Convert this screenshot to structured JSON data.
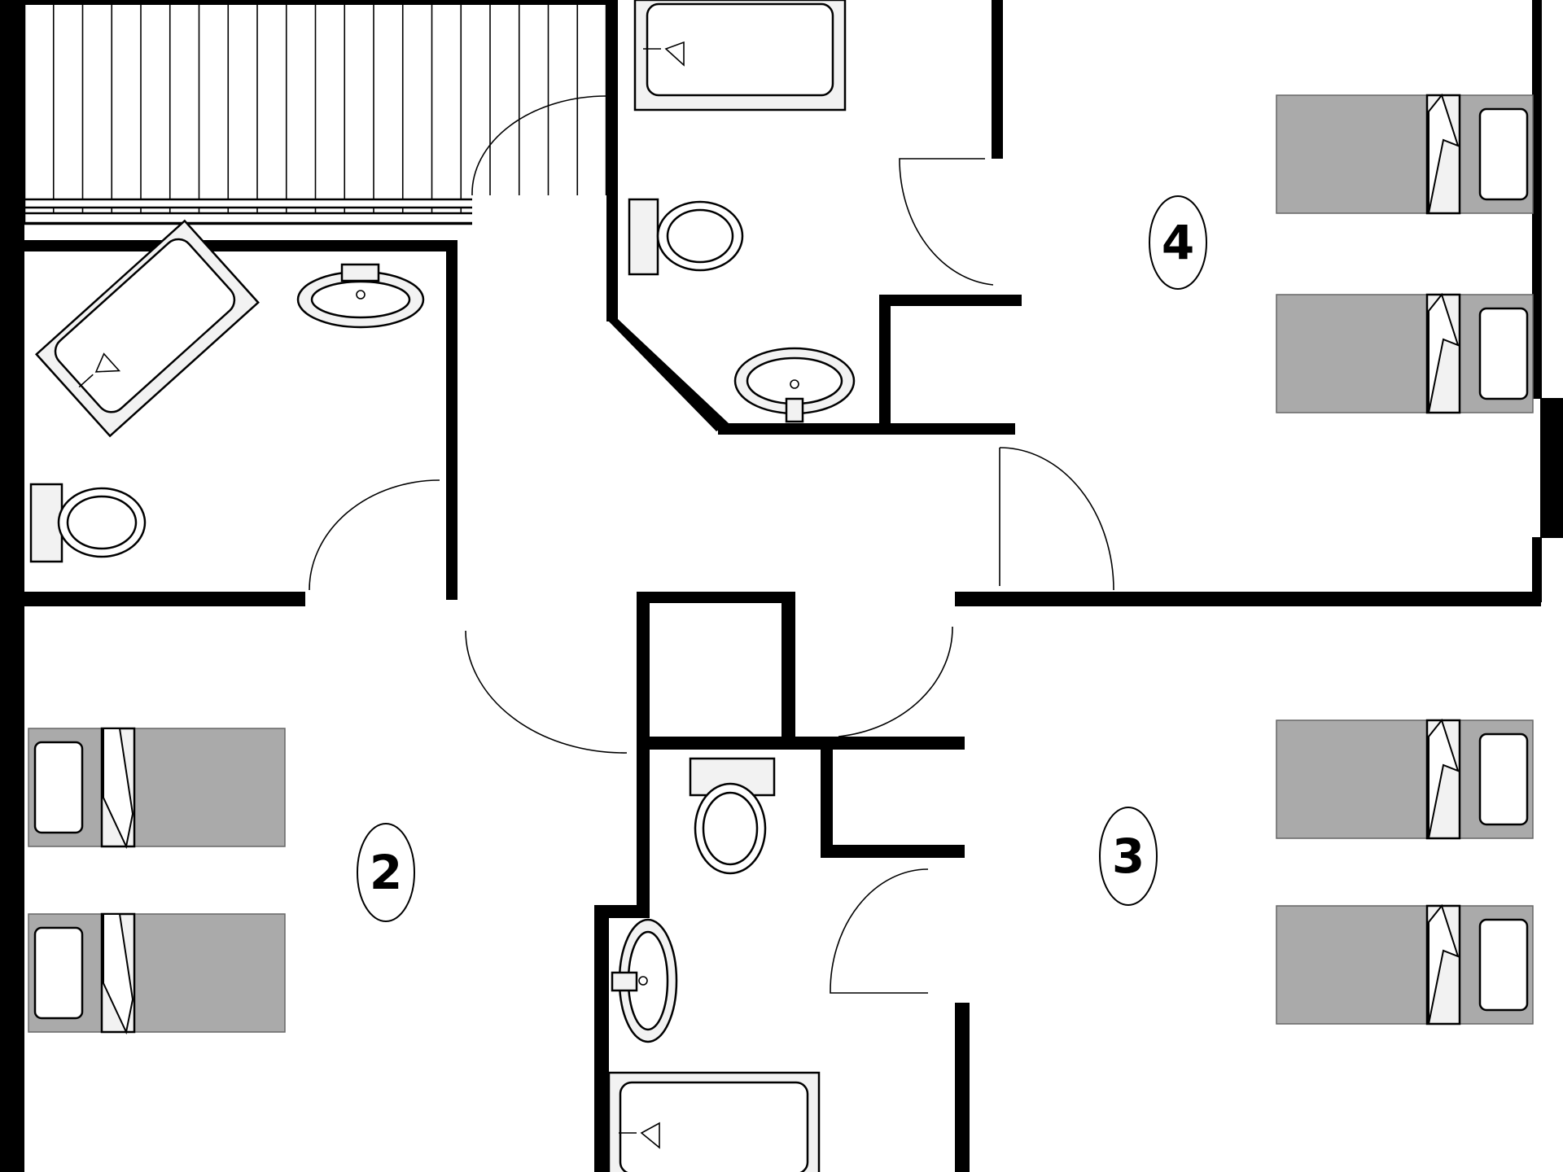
{
  "rooms": [
    {
      "number": "4",
      "type": "bedroom",
      "beds": 2
    },
    {
      "number": "2",
      "type": "bedroom",
      "beds": 2
    },
    {
      "number": "3",
      "type": "bedroom",
      "beds": 2
    }
  ],
  "bathrooms": 3,
  "staircase": {
    "treads": 20
  },
  "colors": {
    "walls": "#000000",
    "beds": "#aaaaaa",
    "fixtures": "#f2f2f2"
  }
}
